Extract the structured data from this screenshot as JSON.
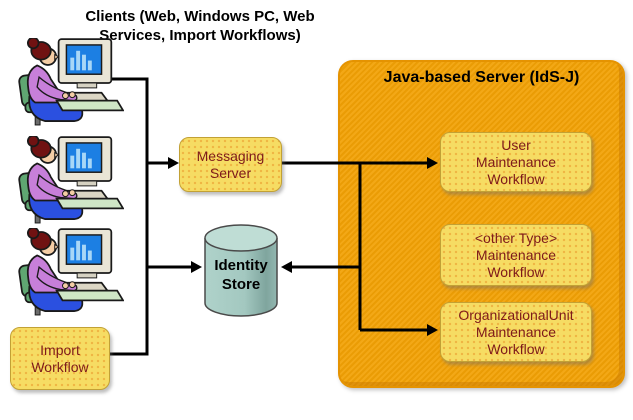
{
  "diagram_title": "Clients (Web, Windows PC, Web\nServices, Import Workflows)",
  "clients": {
    "icon": "woman-at-computer-icon",
    "count": 3
  },
  "nodes": {
    "messaging_server": {
      "label": "Messaging\nServer"
    },
    "identity_store": {
      "label": "Identity\nStore"
    },
    "import_workflow": {
      "label": "Import\nWorkflow"
    }
  },
  "server": {
    "title": "Java-based Server (IdS-J)",
    "workflows": [
      {
        "label": "User\nMaintenance\nWorkflow"
      },
      {
        "label": "<other Type>\nMaintenance\nWorkflow"
      },
      {
        "label": "OrganizationalUnit\nMaintenance\nWorkflow"
      }
    ]
  },
  "connections": [
    "clients -> messaging-server",
    "clients -> identity-store",
    "import-workflow -> clients-bus",
    "messaging-server -> user-maintenance-workflow",
    "server-bus -> identity-store",
    "server-bus -> organizationalunit-maintenance-workflow"
  ],
  "colors": {
    "server_fill": "#F2A105",
    "server_border": "#E59301",
    "node_fill": "#F6DC63",
    "node_border": "#C2A135",
    "node_text": "#7E1A1A",
    "connector": "#000000",
    "cylinder_body": "#A9CEC6",
    "cylinder_top": "#BFDDD5"
  }
}
